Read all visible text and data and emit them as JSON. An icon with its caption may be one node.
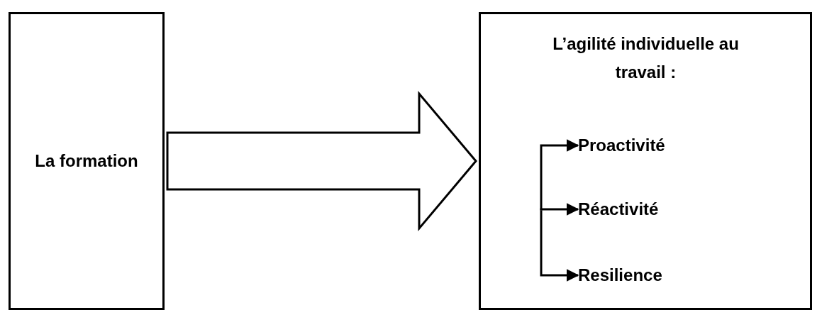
{
  "diagram": {
    "nodes": [
      {
        "text": [
          "La formation"
        ]
      },
      {
        "text": [
          "L’agilité individuelle au travail :"
        ]
      },
      {
        "text": [
          "Proactivité"
        ],
        "in": 1
      },
      {
        "text": [
          "Réactivité"
        ],
        "in": 1
      },
      {
        "text": [
          "Resilience"
        ],
        "in": 1
      }
    ],
    "edges": [
      {
        "from": 0,
        "to": 1,
        "arrow": "to",
        "style": "thick"
      },
      {
        "from": null,
        "to": 2,
        "arrow": "to"
      },
      {
        "from": null,
        "to": 3,
        "arrow": "to"
      },
      {
        "from": null,
        "to": 4,
        "arrow": "to"
      }
    ]
  }
}
